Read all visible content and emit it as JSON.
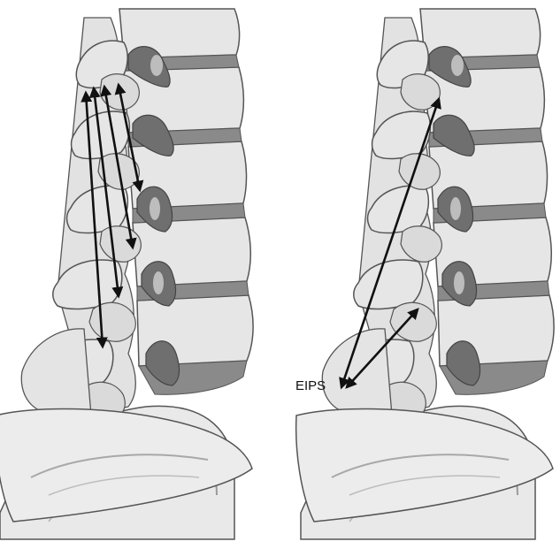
{
  "panels": [
    {
      "id": "left",
      "label": ""
    },
    {
      "id": "right",
      "label": "EIPS"
    }
  ],
  "colors": {
    "bone": "#e6e6e6",
    "bone_shade": "#cfcfcf",
    "outline": "#555555",
    "disc": "#8a8a8a",
    "foramen": "#6f6f6f",
    "arrow": "#111111"
  },
  "icons": [
    "double-headed-arrow"
  ]
}
